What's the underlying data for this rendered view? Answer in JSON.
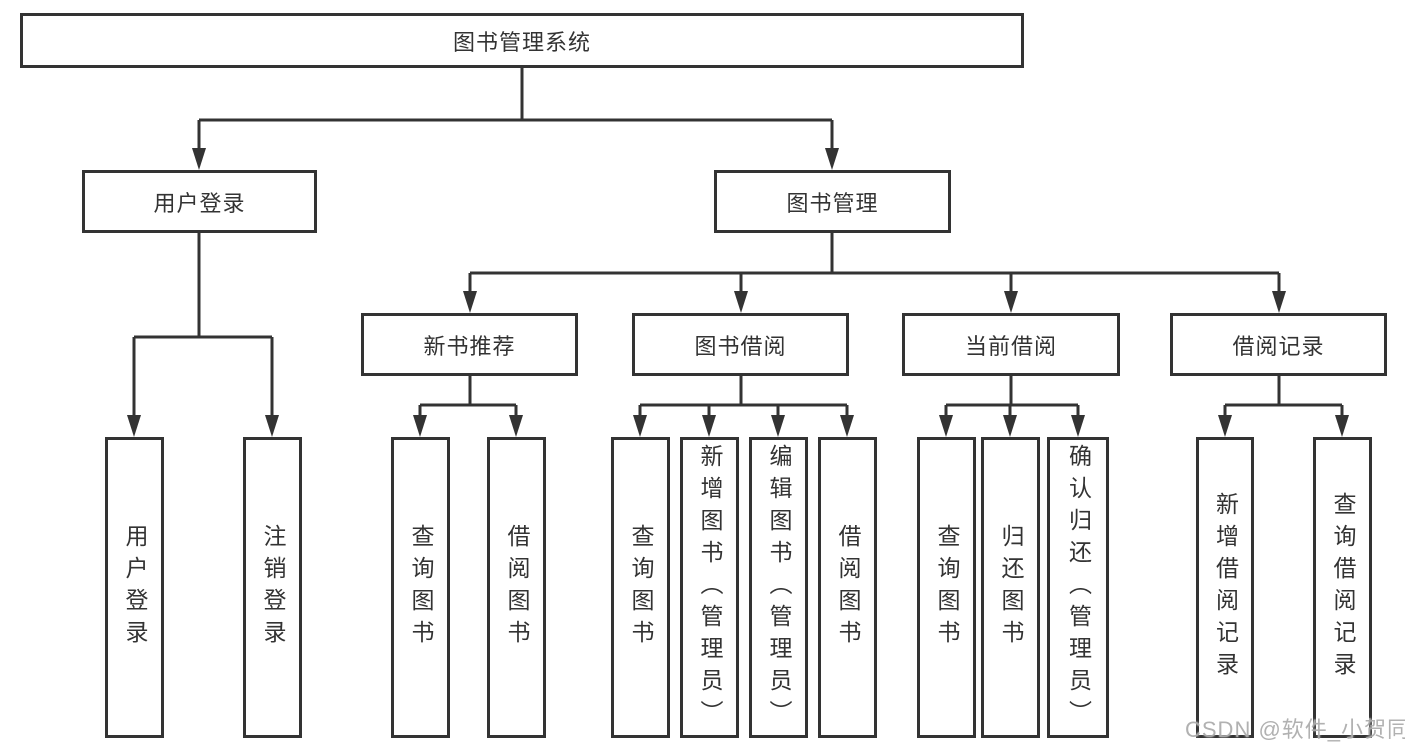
{
  "colors": {
    "line": "#333333",
    "box_border": "#333333",
    "text": "#333333",
    "background": "#ffffff",
    "watermark": "#a8a8a8"
  },
  "tree": {
    "label": "图书管理系统",
    "children": [
      {
        "label": "用户登录",
        "children": [
          {
            "label": "用户登录"
          },
          {
            "label": "注销登录"
          }
        ]
      },
      {
        "label": "图书管理",
        "children": [
          {
            "label": "新书推荐",
            "children": [
              {
                "label": "查询图书"
              },
              {
                "label": "借阅图书"
              }
            ]
          },
          {
            "label": "图书借阅",
            "children": [
              {
                "label": "查询图书"
              },
              {
                "label": "新增图书（管理员）"
              },
              {
                "label": "编辑图书（管理员）"
              },
              {
                "label": "借阅图书"
              }
            ]
          },
          {
            "label": "当前借阅",
            "children": [
              {
                "label": "查询图书"
              },
              {
                "label": "归还图书"
              },
              {
                "label": "确认归还（管理员）"
              }
            ]
          },
          {
            "label": "借阅记录",
            "children": [
              {
                "label": "新增借阅记录"
              },
              {
                "label": "查询借阅记录"
              }
            ]
          }
        ]
      }
    ]
  },
  "watermark": {
    "text": "CSDN @软件_小贺同学"
  }
}
